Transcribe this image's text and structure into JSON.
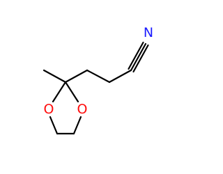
{
  "molecule": {
    "atoms": {
      "nitrogen": {
        "label": "N",
        "color": "#1b1bff"
      },
      "oxygen_left": {
        "label": "O",
        "color": "#ff0d0d"
      },
      "oxygen_right": {
        "label": "O",
        "color": "#ff0d0d"
      }
    },
    "bond_color": "#000000"
  }
}
